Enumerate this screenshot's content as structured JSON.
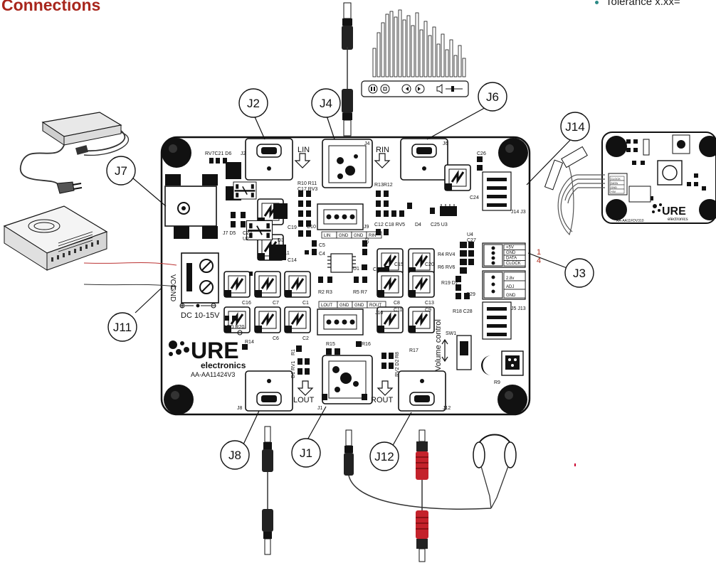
{
  "header": {
    "title": "Connections",
    "note": "Tolerance x.xx="
  },
  "callouts": {
    "j1": "J1",
    "j2": "J2",
    "j3": "J3",
    "j4": "J4",
    "j6": "J6",
    "j7": "J7",
    "j8": "J8",
    "j11": "J11",
    "j12": "J12",
    "j14": "J14"
  },
  "board": {
    "brand_main": "URE",
    "brand_sub": "electronics",
    "model": "AA-AA11424V3",
    "supply_vcc": "VCC",
    "supply_gnd": "GND",
    "supply_range": "DC 10-15V",
    "lin": "LIN",
    "rin": "RIN",
    "lout": "LOUT",
    "rout": "ROUT",
    "volume": "Volume control",
    "sw1": "SW1",
    "r9": "R9",
    "led": "LED R20",
    "j5j13": "J5 J13",
    "j14j3": "J14 J3",
    "pins_j9": [
      "LIN",
      "GND",
      "GND",
      "RIN"
    ],
    "pins_j10": [
      "LOUT",
      "GND",
      "GND",
      "ROUT"
    ],
    "j3_pins": [
      "+5V",
      "GND",
      "DATA",
      "CLOCK"
    ],
    "j3_pin_first": "1",
    "j3_pin_last": "4",
    "j5_pins": [
      "2.8v",
      "ADJ",
      "GND"
    ],
    "silk": {
      "rv7": "RV7C21 D6",
      "j2": "J2",
      "j4": "J4",
      "j6": "J6",
      "c26": "C26",
      "r10": "R10 R11",
      "c17": "C17 RV3",
      "r13": "R13R12",
      "j7d5": "J7 D5",
      "c22": "C22",
      "u2": "U2",
      "c19": "C19",
      "d3": "D3",
      "c14": "C14",
      "c10": "C10",
      "j9": "J9",
      "c12": "C12 C18 RV5",
      "d4": "D4",
      "c25": "C25 U3",
      "c24": "C24",
      "c5": "C5",
      "c4": "C4",
      "c3": "C3",
      "u1": "U1",
      "c23": "C23",
      "c15": "C15",
      "c20": "C20",
      "u4": "U4",
      "c27": "C27",
      "r4": "R4 RV4",
      "r6": "R6 RV6",
      "j11": "J11",
      "c16": "C16",
      "c7": "C7",
      "c1": "C1",
      "r2": "R2 R3",
      "r5": "R5 R7",
      "c8": "C8",
      "c13": "C13",
      "r19": "R19 D7",
      "c29": "C29",
      "r18": "R18 C28",
      "c6": "C6",
      "c2": "C2",
      "j10": "J10",
      "c11": "C11",
      "c9": "C9",
      "r14": "R14",
      "r15": "R15",
      "r16": "R16",
      "r17": "R17",
      "r1": "R1",
      "rv1": "D1 RV1",
      "rv2": "RV2 D2",
      "r8": "R8",
      "j8": "J8",
      "j1": "J1",
      "j12": "J12"
    }
  },
  "peripheral": {
    "brand_main": "URE",
    "brand_sub": "electronics",
    "model": "AA-AA11FDV310",
    "pins": [
      "CLOCK",
      "DATA",
      "GND",
      "+5V"
    ]
  }
}
